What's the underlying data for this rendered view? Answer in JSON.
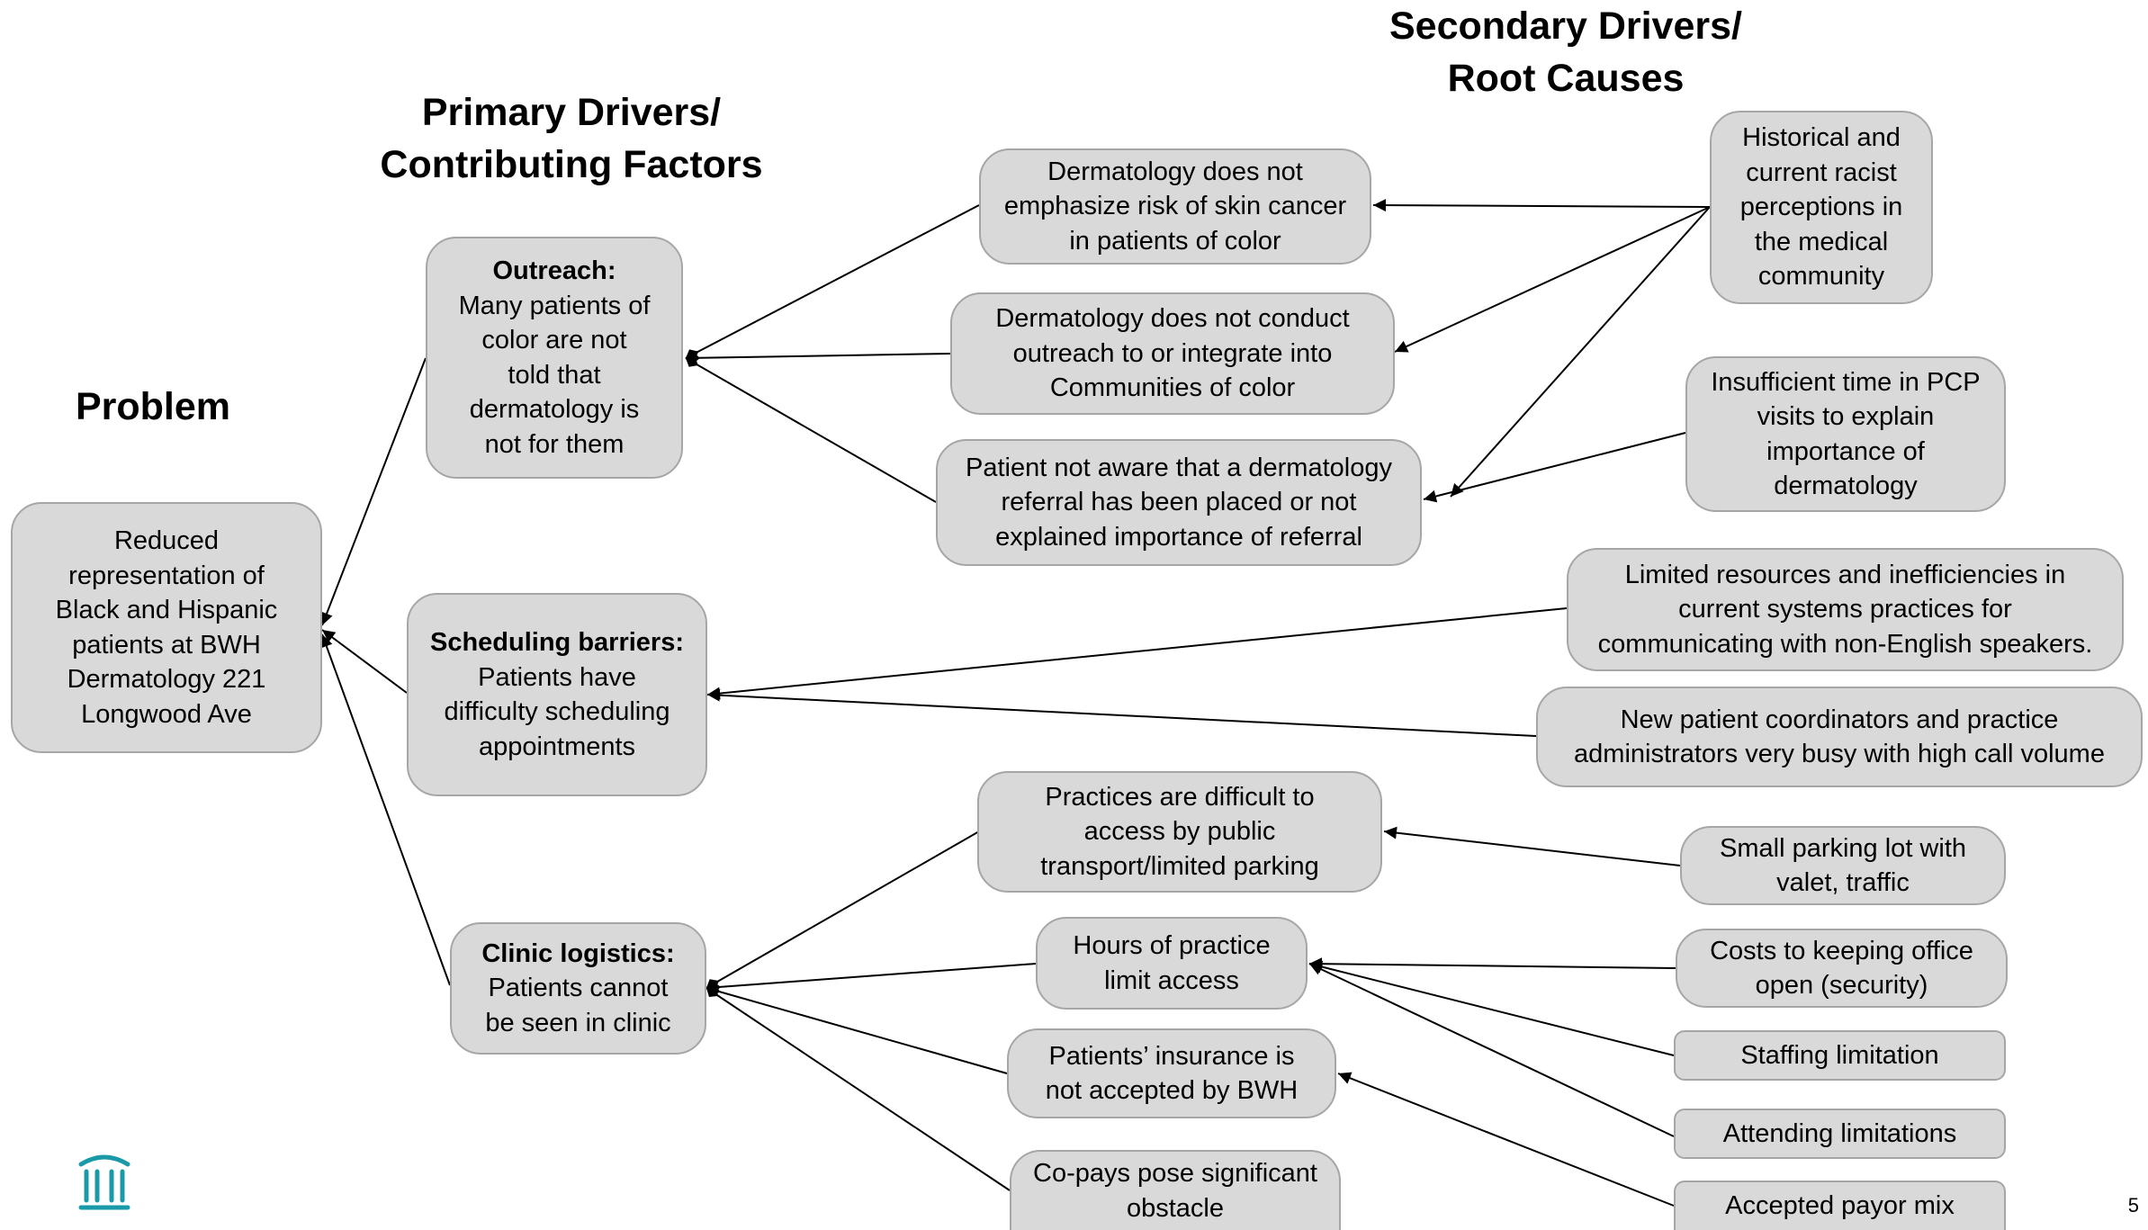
{
  "headings": {
    "problem": "Problem",
    "primary": [
      "Primary Drivers/",
      "Contributing Factors"
    ],
    "secondary": [
      "Secondary Drivers/",
      "Root Causes"
    ]
  },
  "problem": [
    "Reduced",
    "representation of",
    "Black and Hispanic",
    "patients at BWH",
    "Dermatology 221",
    "Longwood Ave"
  ],
  "primary": {
    "outreach": {
      "title": "Outreach:",
      "lines": [
        "Many patients of",
        "color are not",
        "told that",
        "dermatology is",
        "not for them"
      ]
    },
    "scheduling": {
      "title": "Scheduling barriers:",
      "lines": [
        "Patients have",
        "difficulty scheduling",
        "appointments"
      ]
    },
    "clinic": {
      "title": "Clinic logistics:",
      "lines": [
        "Patients cannot",
        "be seen in clinic"
      ]
    }
  },
  "factors": {
    "emphasize": [
      "Dermatology does not",
      "emphasize risk of skin cancer",
      "in patients of color"
    ],
    "outreach_conduct": [
      "Dermatology does not conduct",
      "outreach to or integrate into",
      "Communities of color"
    ],
    "referral": [
      "Patient not aware that a dermatology",
      "referral has been placed or not",
      "explained importance of referral"
    ],
    "access": [
      "Practices are difficult to",
      "access by public",
      "transport/limited parking"
    ],
    "hours": [
      "Hours of practice",
      "limit access"
    ],
    "insurance": [
      "Patients’ insurance is",
      "not accepted by BWH"
    ],
    "copays": [
      "Co-pays pose significant",
      "obstacle"
    ]
  },
  "root_causes": {
    "racist": [
      "Historical and",
      "current racist",
      "perceptions in",
      "the medical",
      "community"
    ],
    "pcp": [
      "Insufficient time in PCP",
      "visits to explain",
      "importance of",
      "dermatology"
    ],
    "limited": [
      "Limited resources and inefficiencies in",
      "current systems practices for",
      "communicating with non-English speakers."
    ],
    "coordinators": [
      "New patient coordinators and practice",
      "administrators very busy with high call volume"
    ],
    "parking": [
      "Small parking lot with",
      "valet, traffic"
    ],
    "costs": [
      "Costs to keeping office",
      "open (security)"
    ],
    "staffing": [
      "Staffing limitation"
    ],
    "attending": [
      "Attending limitations"
    ],
    "payor": [
      "Accepted payor mix"
    ]
  },
  "page_number": "5",
  "colors": {
    "box_fill": "#d9d9d9",
    "box_border": "#a6a6a6",
    "logo": "#1a9aa8"
  },
  "logo_icon": "hospital-building-icon"
}
